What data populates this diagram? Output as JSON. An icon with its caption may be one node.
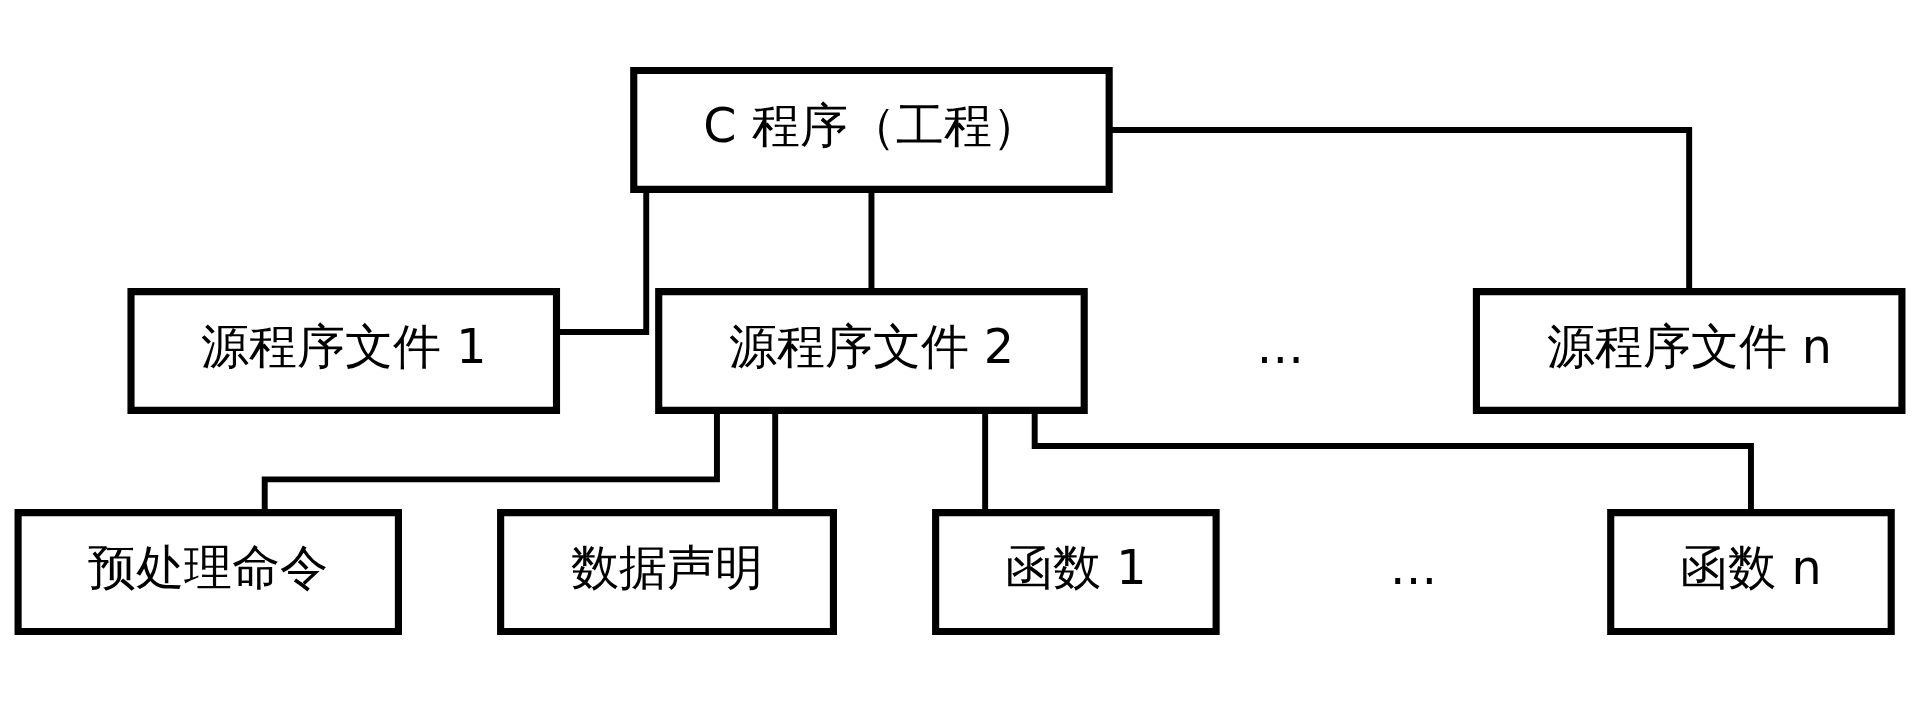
{
  "diagram": {
    "nodes": [
      {
        "text": [
          "C 程序（工程）"
        ]
      },
      {
        "text": [
          "源程序文件 1"
        ]
      },
      {
        "text": [
          "源程序文件 2"
        ]
      },
      {
        "text": [
          "源程序文件 n"
        ]
      },
      {
        "text": [
          "预处理命令"
        ]
      },
      {
        "text": [
          "数据声明"
        ]
      },
      {
        "text": [
          "函数 1"
        ]
      },
      {
        "text": [
          "函数 n"
        ]
      }
    ],
    "edges": [
      {
        "from": 0,
        "to": 1,
        "arrow": "none"
      },
      {
        "from": 0,
        "to": 2,
        "arrow": "none"
      },
      {
        "from": 0,
        "to": 3,
        "arrow": "none"
      },
      {
        "from": 2,
        "to": 4,
        "arrow": "none"
      },
      {
        "from": 2,
        "to": 5,
        "arrow": "none"
      },
      {
        "from": 2,
        "to": 6,
        "arrow": "none"
      },
      {
        "from": 2,
        "to": 7,
        "arrow": "none"
      }
    ],
    "labels": [
      "…",
      "…"
    ]
  }
}
